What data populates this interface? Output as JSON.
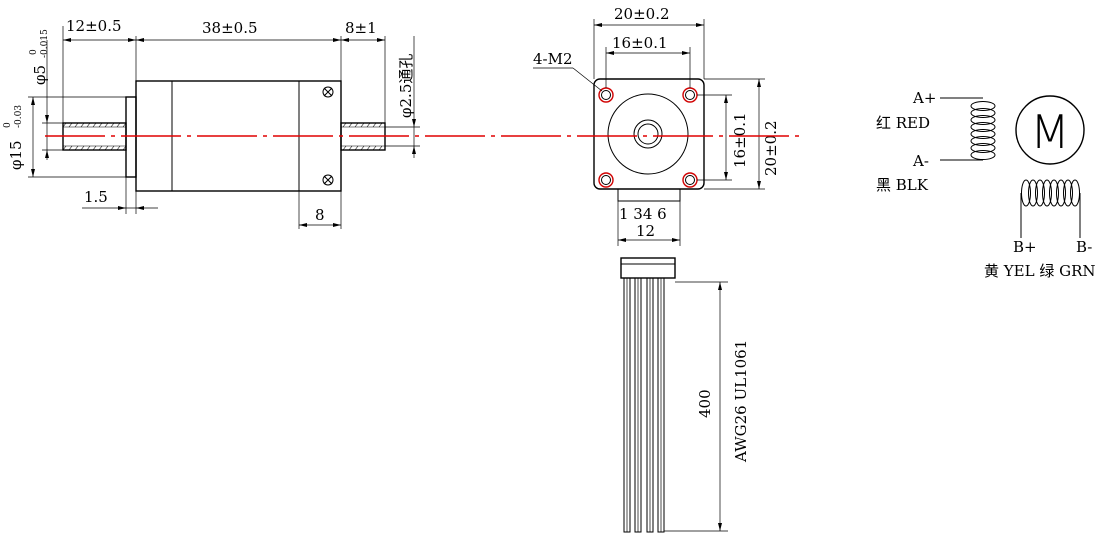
{
  "side_view": {
    "dim_shaft_len": "12±0.5",
    "dim_body_len": "38±0.5",
    "dim_rear_shaft_len": "8±1",
    "dim_shaft_dia_main": "φ5",
    "dim_shaft_dia_tol_upper": "0",
    "dim_shaft_dia_tol_lower": "-0.015",
    "dim_boss_dia_main": "φ15",
    "dim_boss_dia_tol_upper": "0",
    "dim_boss_dia_tol_lower": "-0.03",
    "dim_flange": "1.5",
    "dim_rear_cap": "8",
    "dim_through_hole": "φ2.5通孔"
  },
  "front_view": {
    "dim_width_outer": "20±0.2",
    "dim_width_inner": "16±0.1",
    "dim_height_inner": "16±0.1",
    "dim_height_outer": "20±0.2",
    "hole_callout": "4-M2",
    "pin_labels": "1 34 6",
    "dim_connector": "12",
    "dim_lead_length": "400",
    "wire_spec": "AWG26 UL1061"
  },
  "wiring": {
    "a_plus": "A+",
    "a_minus": "A-",
    "b_plus": "B+",
    "b_minus": "B-",
    "red_label": "红 RED",
    "black_label": "黑 BLK",
    "yellow_green_label": "黄 YEL 绿 GRN",
    "motor_symbol": "M"
  },
  "colors": {
    "centerline": "#e00000",
    "line": "#000000"
  }
}
